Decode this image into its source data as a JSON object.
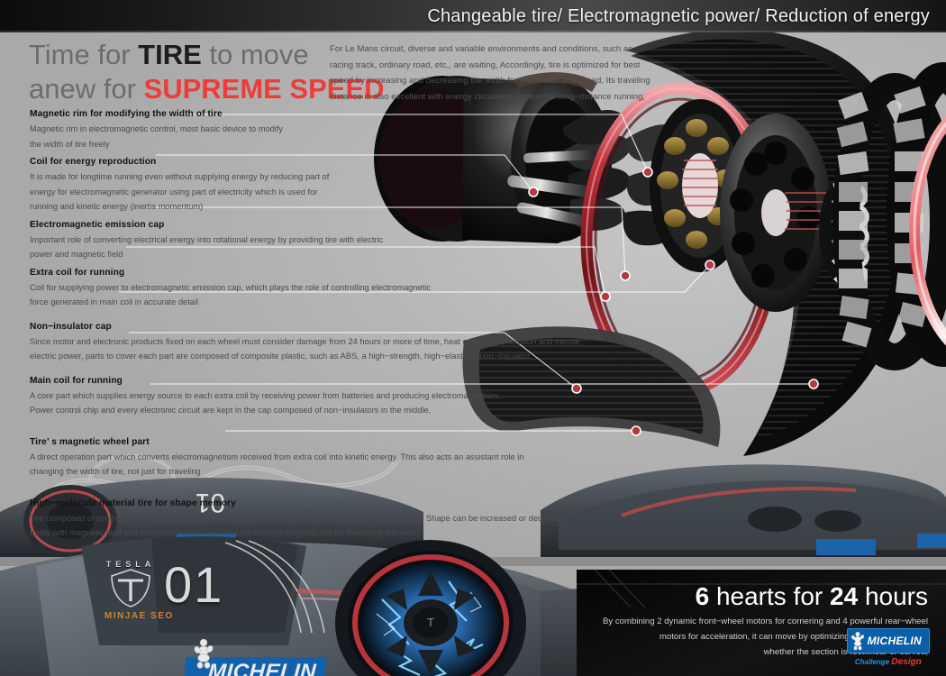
{
  "header": {
    "title": "Changeable tire/ Electromagnetic power/ Reduction of energy"
  },
  "title_block": {
    "line1_a": "Time for ",
    "line1_b": "TIRE",
    "line1_c": " to move",
    "line2_a": "anew for ",
    "line2_b": "SUPREME SPEED"
  },
  "intro": {
    "lines": [
      "For Le Mans circuit, diverse and variable environments and conditions, such as",
      "racing track, ordinary road, etc,, are waiting, Accordingly, tire is optimized for best",
      "speed by increasing and decreasing the width for each road and speed, Its traveling",
      "distance is also excellent with energy circulation system for long−distance running,"
    ]
  },
  "callouts": [
    {
      "id": "magnetic-rim",
      "heading": "Magnetic rim for modifying the width of tire",
      "body": [
        "Magnetic rim in electromagnetic control, most basic device to modify",
        "the width of tire freely"
      ]
    },
    {
      "id": "coil-energy-reproduction",
      "heading": "Coil for energy reproduction",
      "body": [
        "It is made for longtime running even without supplying energy by reducing part of",
        "energy for electromagnetic generator using part of electricity which is used for",
        "running and kinetic energy (inertia momentum)"
      ]
    },
    {
      "id": "electromagnetic-emission-cap",
      "heading": "Electromagnetic emission cap",
      "body": [
        "Important role of converting electrical energy into rotational energy by providing tire with electric",
        "power and magnetic field"
      ]
    },
    {
      "id": "extra-coil-running",
      "heading": "Extra coil for running",
      "body": [
        "Coil for supplying power to electromagnetic emission cap, which plays the role of controlling electromagnetic",
        "force generated in main coil in accurate detail"
      ]
    },
    {
      "id": "non-insulator-cap",
      "heading": "Non−insulator cap",
      "body": [
        "Since motor and electronic products fixed on each wheel must consider damage from 24 hours or more of time, heat generation,vibration and minute",
        "electric power, parts to cover each part are composed of composite plastic, such as ABS, a high−strength, high−elasticity non−insulator,"
      ]
    },
    {
      "id": "main-coil-running",
      "heading": "Main coil for running",
      "body": [
        "A core part which supplies energy source to each extra coil by receiving power from batteries and producing electromagnetism,",
        "Power control chip and every electronic circuit are kept in the cap composed of non−insulators in the middle,"
      ]
    },
    {
      "id": "tire-magnetic-wheel-part",
      "heading": "Tire’ s magnetic wheel part",
      "body": [
        "A direct operation part which converts electromagnetism received from extra coil into kinetic energy, This also acts an assistant role in",
        "changing the width of tire, not just for traveling"
      ]
    },
    {
      "id": "high-molecule-tire",
      "heading": "High−molecule material tire for shape memory",
      "body": [
        "Tire composed of synthetic textiles, mostly polynorbornene, can have its shape changed by magnetic field, Shape can be increased or decreased",
        "freely with magnetic field and magnetismwhich are provided through magnetic rim for modifying tire width"
      ]
    }
  ],
  "bottom": {
    "hearts_title_a": "6",
    "hearts_title_b": " hearts for ",
    "hearts_title_c": "24",
    "hearts_title_d": " hours",
    "hearts_body": [
      "By combining 2 dynamic front−wheel motors for cornering and 4 powerful rear−wheel",
      "motors for acceleration, it can move by optimizing in best performance",
      "whether the section is rectilinear or curved,"
    ],
    "tesla_word": "TESLA",
    "car_number": "01",
    "designer": "MINJAE SEO",
    "michelin_car": "MICHELIN",
    "michelin_foot": "MICHELIN",
    "challenge": "Challenge ",
    "design": "Design"
  },
  "colors": {
    "accent_red": "#ef3b39",
    "michelin_blue": "#0b5fa8",
    "rim_red": "#c0303a",
    "gold": "#c9862f",
    "background": "#b5b5b5",
    "header_dark": "#0c0c0c"
  }
}
